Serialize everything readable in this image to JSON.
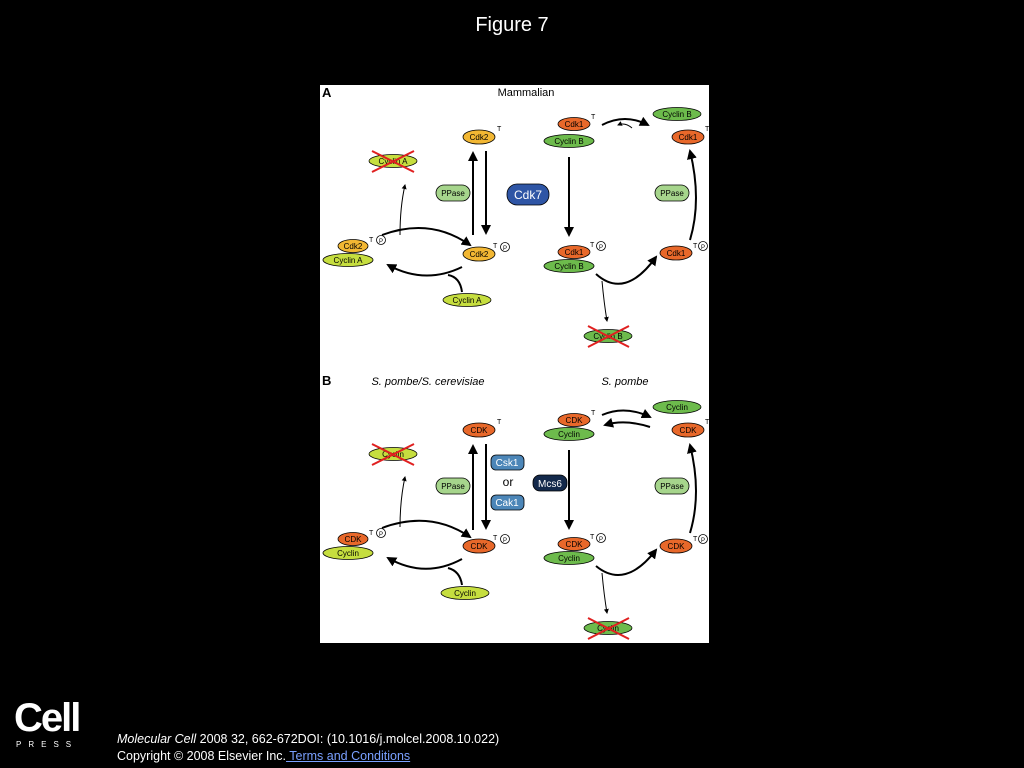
{
  "slide": {
    "title": "Figure 7"
  },
  "panel_a": {
    "letter": "A",
    "heading": "Mammalian",
    "cyclin_a": "Cyclin A",
    "cdk2": "Cdk2",
    "ppase": "PPase",
    "kinase": "Cdk7",
    "cdk1": "Cdk1",
    "cyclin_b": "Cyclin B"
  },
  "panel_b": {
    "letter": "B",
    "heading_left": "S. pombe/S. cerevisiae",
    "heading_right": "S. pombe",
    "cyclin": "Cyclin",
    "cdk": "CDK",
    "ppase": "PPase",
    "csk1": "Csk1",
    "or": "or",
    "cak1": "Cak1",
    "mcs6": "Mcs6"
  },
  "marks": {
    "threonine": "T",
    "phospho": "P"
  },
  "footer": {
    "journal": "Molecular Cell",
    "citation": " 2008 32, 662-672DOI: (10.1016/j.molcel.2008.10.022)",
    "copyright": "Copyright © 2008 Elsevier Inc.",
    "terms_link": " Terms and Conditions"
  },
  "logo": {
    "word": "Cell",
    "sub": "PRESS"
  },
  "colors": {
    "cdk2_yellow": "#F2B733",
    "cdk_orange": "#E8682A",
    "cyclin_lime": "#C6DE3F",
    "cyclin_green": "#6DBB4C",
    "ppase_green": "#A6D58C",
    "cdk7_blue": "#2E55A5",
    "csk_blue": "#4C86B8",
    "mcs6_navy": "#13294B",
    "cross_red": "#E02020"
  }
}
